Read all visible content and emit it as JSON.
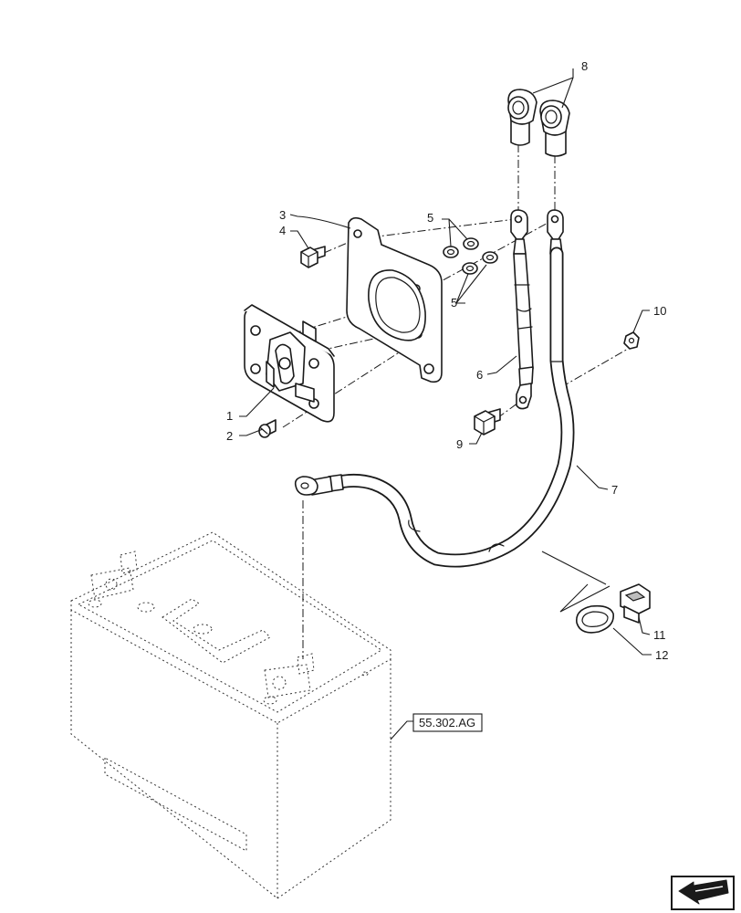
{
  "callouts": {
    "c1": "1",
    "c2": "2",
    "c3": "3",
    "c4": "4",
    "c5a": "5",
    "c5b": "5",
    "c6": "6",
    "c7": "7",
    "c8": "8",
    "c9": "9",
    "c10": "10",
    "c11": "11",
    "c12": "12"
  },
  "reference": {
    "label": "55.302.AG"
  },
  "nav_icon": "arrow-icon",
  "colors": {
    "line": "#1a1a1a",
    "background": "#ffffff"
  }
}
